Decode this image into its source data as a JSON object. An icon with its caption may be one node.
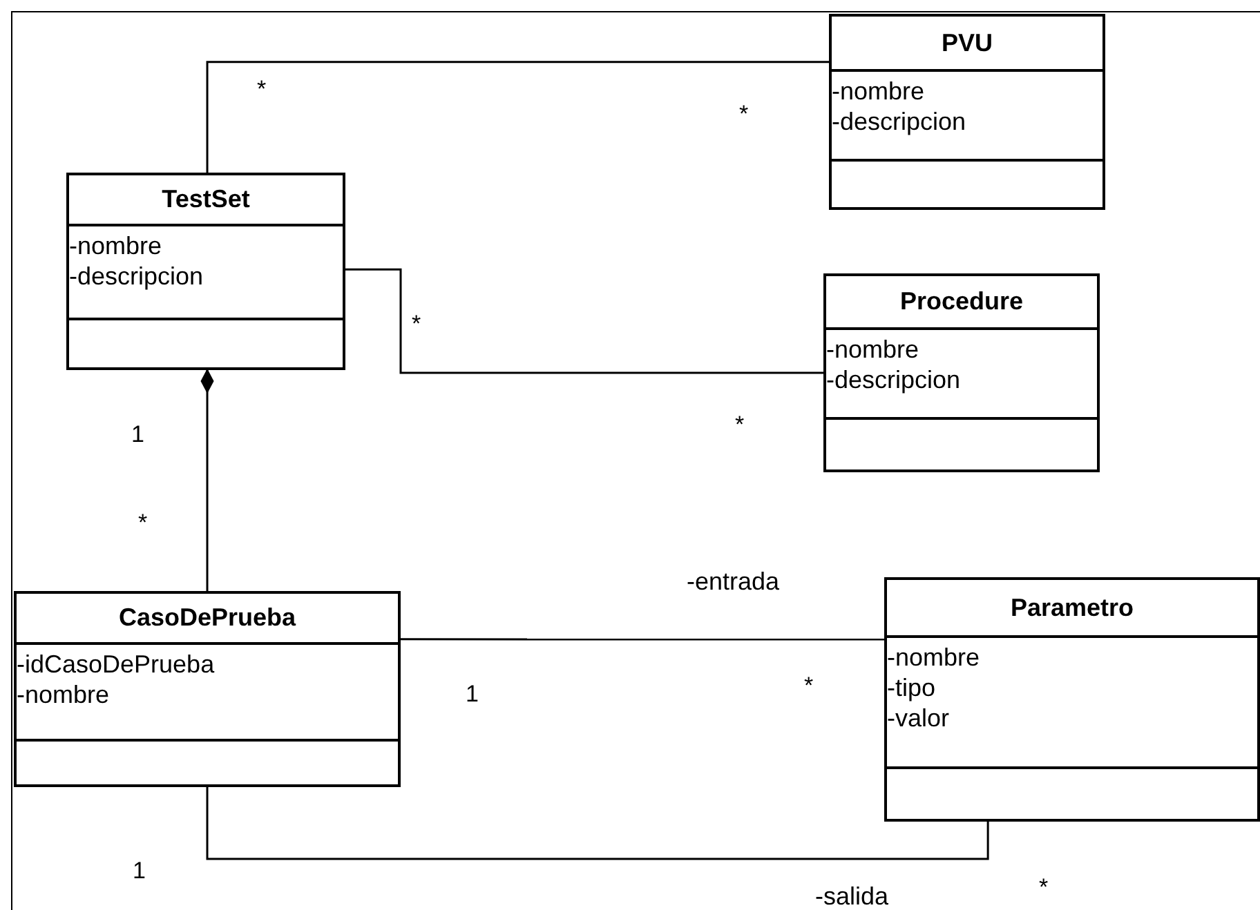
{
  "diagram": {
    "nodes": [
      {
        "text": [
          "PVU",
          "-nombre",
          "-descripcion"
        ]
      },
      {
        "text": [
          "TestSet",
          "-nombre",
          "-descripcion"
        ]
      },
      {
        "text": [
          "Procedure",
          "-nombre",
          "-descripcion"
        ]
      },
      {
        "text": [
          "CasoDePrueba",
          "-idCasoDePrueba",
          "-nombre"
        ]
      },
      {
        "text": [
          "Parametro",
          "-nombre",
          "-tipo",
          "-valor"
        ]
      }
    ],
    "edges": [
      {
        "from": 1,
        "to": 0,
        "arrow": "none"
      },
      {
        "from": 1,
        "to": 2,
        "arrow": "none"
      },
      {
        "from": 3,
        "to": 1,
        "arrow": "other"
      },
      {
        "from": 3,
        "to": 4,
        "arrow": "none",
        "label": "-entrada"
      },
      {
        "from": 3,
        "to": 4,
        "arrow": "none",
        "label": "-salida"
      }
    ],
    "labels": [
      "*",
      "*",
      "*",
      "*",
      "1",
      "*",
      "1",
      "*",
      "1",
      "*"
    ]
  }
}
